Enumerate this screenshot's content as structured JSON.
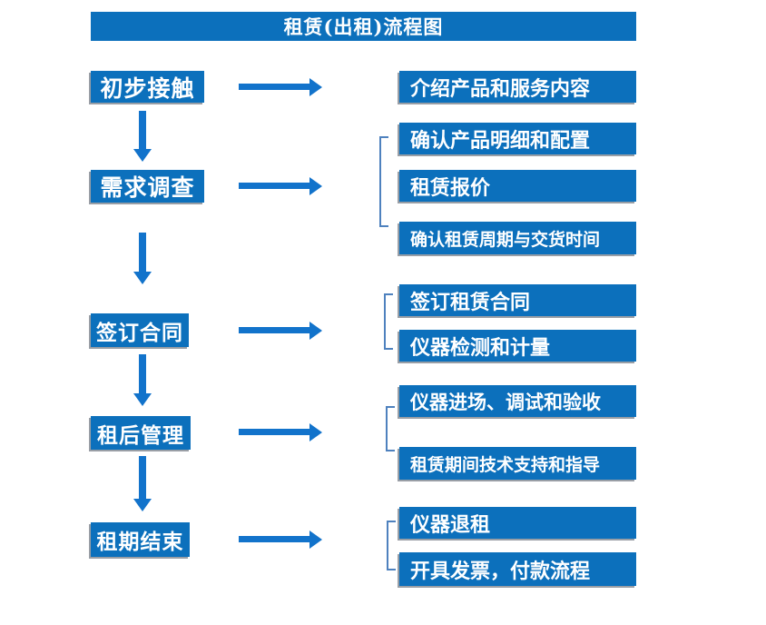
{
  "title": "租赁(出租)流程图",
  "colors": {
    "primary": "#0c70bc",
    "arrow": "#1273cb",
    "bracket": "#4e81be",
    "text": "#ffffff",
    "background": "#ffffff"
  },
  "steps": [
    {
      "label": "初步接触",
      "details": [
        "介绍产品和服务内容"
      ]
    },
    {
      "label": "需求调查",
      "details": [
        "确认产品明细和配置",
        "租赁报价",
        "确认租赁周期与交货时间"
      ]
    },
    {
      "label": "签订合同",
      "details": [
        "签订租赁合同",
        "仪器检测和计量"
      ]
    },
    {
      "label": "租后管理",
      "details": [
        "仪器进场、调试和验收",
        "租赁期间技术支持和指导"
      ]
    },
    {
      "label": "租期结束",
      "details": [
        "仪器退租",
        "开具发票，付款流程"
      ]
    }
  ]
}
